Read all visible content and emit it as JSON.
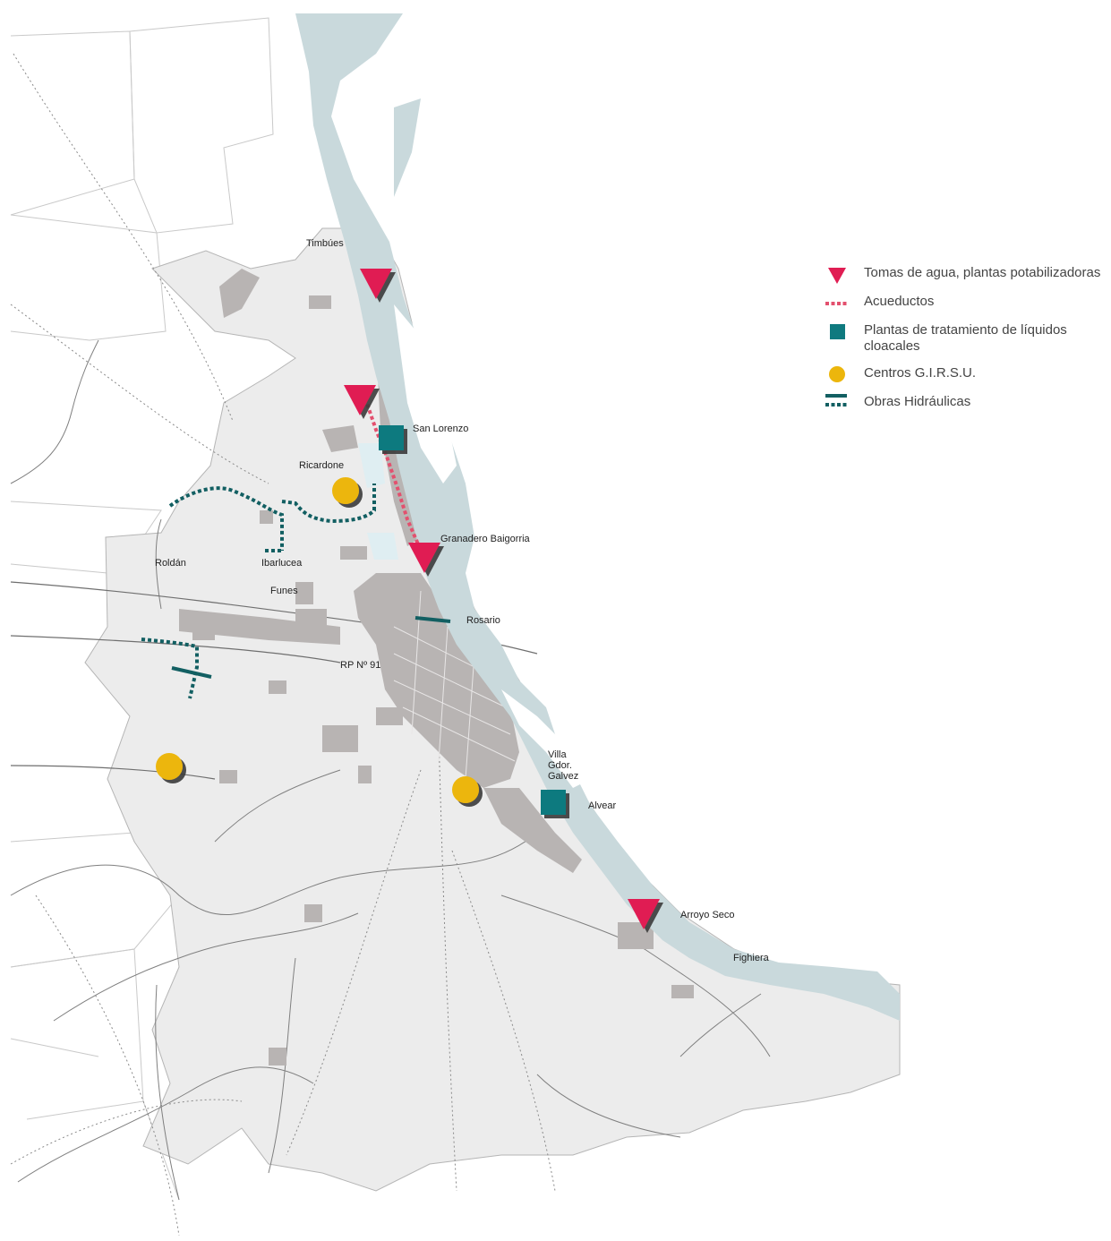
{
  "legend": {
    "items": [
      {
        "label": "Tomas de agua, plantas potabilizadoras",
        "icon": "red-triangle-icon"
      },
      {
        "label": "Acueductos",
        "icon": "red-dotted-line-icon"
      },
      {
        "label": "Plantas de tratamiento de líquidos cloacales",
        "icon": "teal-square-icon"
      },
      {
        "label": "Centros G.I.R.S.U.",
        "icon": "yellow-circle-icon"
      },
      {
        "label": "Obras Hidráulicas",
        "icon": "teal-lines-icon"
      }
    ]
  },
  "places": {
    "timbues": "Timbúes",
    "san_lorenzo": "San Lorenzo",
    "ricardone": "Ricardone",
    "granadero_baigorria": "Granadero Baigorria",
    "roldan": "Roldán",
    "ibarlucea": "Ibarlucea",
    "funes": "Funes",
    "rosario": "Rosario",
    "rp91": "RP Nº 91",
    "villa_gdor_galvez_1": "Villa",
    "villa_gdor_galvez_2": "Gdor.",
    "villa_gdor_galvez_3": "Galvez",
    "alvear": "Alvear",
    "arroyo_seco": "Arroyo Seco",
    "fighiera": "Fighiera"
  },
  "colors": {
    "triangle": "#e01d53",
    "aqueduct": "#e3506e",
    "treatment_plant": "#0f7a7f",
    "girsu": "#ecb60c",
    "hydraulic": "#125f62",
    "river": "#c9d9dc",
    "region": "#ececec",
    "urban": "#b8b4b3"
  }
}
